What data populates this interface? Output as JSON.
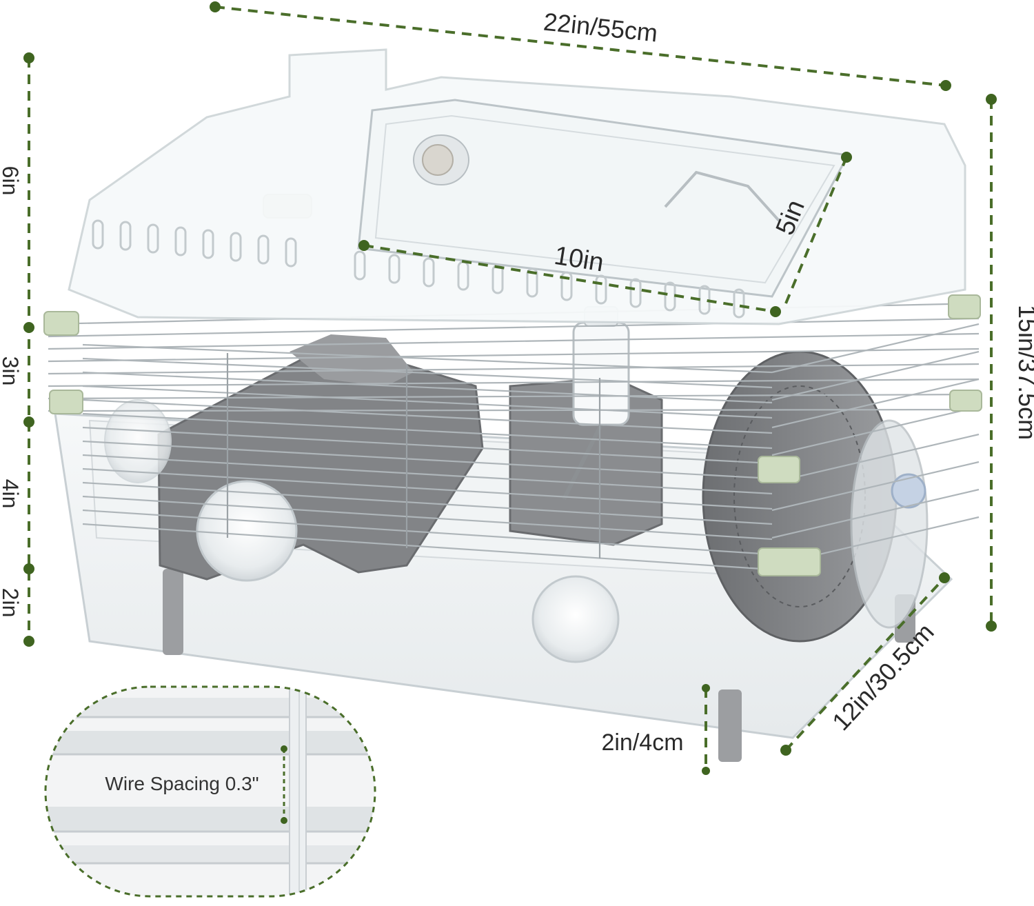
{
  "dimensions": {
    "width": "22in/55cm",
    "height": "15in/37.5cm",
    "depth": "12in/30.5cm",
    "door_width": "10in",
    "door_depth": "5in",
    "section_top": "6in",
    "section_middle": "3in",
    "section_lower": "4in",
    "section_bottom": "2in",
    "leg_height": "2in/4cm"
  },
  "inset": {
    "label": "Wire Spacing 0.3\""
  },
  "colors": {
    "dimension_line": "#4a6e2a",
    "dimension_dot": "#3f6420",
    "accessory_gray": "#7d7f82",
    "clip_green": "#cfdcc0",
    "cage_clear": "#eef2f4"
  }
}
